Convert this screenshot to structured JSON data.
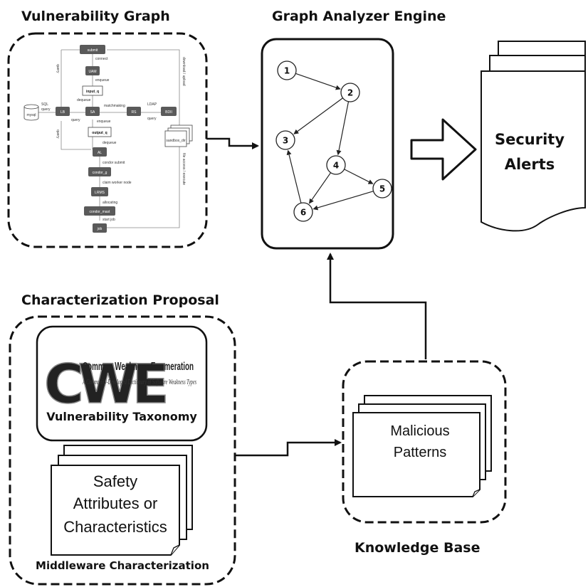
{
  "sections": {
    "vulnerability_graph": "Vulnerability Graph",
    "graph_analyzer_engine": "Graph Analyzer Engine",
    "characterization_proposal": "Characterization Proposal",
    "knowledge_base": "Knowledge Base",
    "middleware_characterization": "Middleware Characterization"
  },
  "security_alerts": [
    "Security",
    "Alerts"
  ],
  "cwe": {
    "logo_letters": "CWE",
    "title": "Common Weakness Enumeration",
    "subtitle": "A Community-Developed Dictionary of Software Weakness Types",
    "caption": "Vulnerability Taxonomy"
  },
  "safety_doc": [
    "Safety",
    "Attributes or",
    "Characteristics"
  ],
  "malicious_doc": [
    "Malicious",
    "Patterns"
  ],
  "mini_graph": {
    "nodes": {
      "submit": "submit",
      "uam": "UAM",
      "input_q": "input_q",
      "mysql": "mysql",
      "lb": "LB",
      "sa": "SA",
      "rs": "RS",
      "bdii": "BDII",
      "output_q": "output_q",
      "al": "AL",
      "condor_g": "condor_g",
      "lrms": "LRMS",
      "condor_mast": "condor_mast",
      "job": "job",
      "sandbox_dir": "sandbox_dir"
    },
    "edges": {
      "connect": "connect",
      "enqueue": "enqueue",
      "dequeue": "dequeue",
      "sql_query": [
        "SQL",
        "query"
      ],
      "query": "query",
      "matchmaking": "matchmaking",
      "ldap_query": [
        "LDAP",
        "query"
      ],
      "enqueue2": "enqueue",
      "dequeue2": "dequeue",
      "condor_submit": "condor submit",
      "claim_worker_node": "claim worker node",
      "allocating": "allocating",
      "start_job": "start job",
      "query_left_top": "query",
      "query_left_bottom": "query",
      "right_side_top": "download / upload",
      "right_side_bottom": "file access / execute"
    }
  },
  "analyzer_graph": {
    "nodes": [
      "1",
      "2",
      "3",
      "4",
      "5",
      "6"
    ],
    "edges": [
      [
        "1",
        "2"
      ],
      [
        "2",
        "3"
      ],
      [
        "2",
        "4"
      ],
      [
        "4",
        "5"
      ],
      [
        "4",
        "6"
      ],
      [
        "5",
        "6"
      ],
      [
        "6",
        "3"
      ]
    ]
  }
}
